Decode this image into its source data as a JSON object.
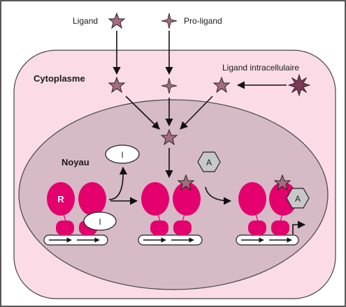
{
  "labels": {
    "ligand": "Ligand",
    "pro_ligand": "Pro-ligand",
    "intracellular_ligand": "Ligand intracellulaire",
    "cytoplasm": "Cytoplasme",
    "nucleus": "Noyau",
    "receptor": "R",
    "inhibitor_top": "I",
    "inhibitor_bound": "I",
    "activator_free": "A",
    "activator_bound": "A"
  },
  "colors": {
    "cell": "#fadbe6",
    "nucleus": "#d6bac6",
    "receptor": "#e4006d",
    "ligand": "#a66c80",
    "spiky_ligand": "#7b3955",
    "activator": "#c8c8c8",
    "outline": "#222222"
  },
  "icons": {
    "ligand": "star-icon",
    "intracellular_ligand": "spiky-ball-icon",
    "activator": "hexagon-icon",
    "transcription_start": "bent-arrow-icon"
  }
}
